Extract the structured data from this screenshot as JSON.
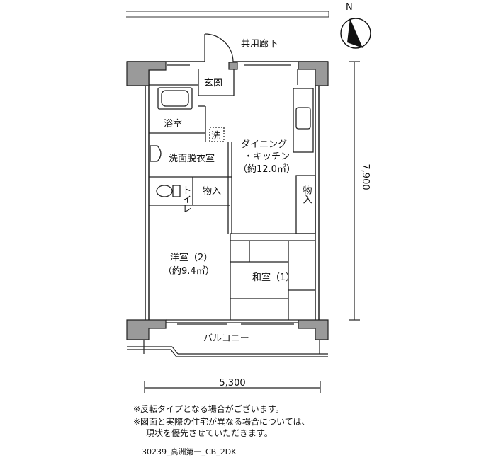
{
  "north_mark": "N",
  "rooms": {
    "corridor": "共用廊下",
    "entrance": "玄関",
    "bath": "浴室",
    "washer": "洗",
    "washroom": "洗面脱衣室",
    "toilet": "トイレ",
    "storage_center": "物入",
    "storage_right": "物入",
    "dk_line1": "ダイニング",
    "dk_line2": "・キッチン",
    "dk_area": "（約12.0㎡）",
    "western_name": "洋室（2）",
    "western_area": "（約9.4㎡）",
    "japanese": "和室（1）",
    "balcony": "バルコニー"
  },
  "dimensions": {
    "width": "5,300",
    "depth": "7,900"
  },
  "notes": {
    "line1": "※反転タイプとなる場合がございます。",
    "line2": "※図面と実際の住宅が異なる場合については、",
    "line3": "現状を優先させていただきます。"
  },
  "plan_code": "30239_高洲第一_CB_2DK"
}
